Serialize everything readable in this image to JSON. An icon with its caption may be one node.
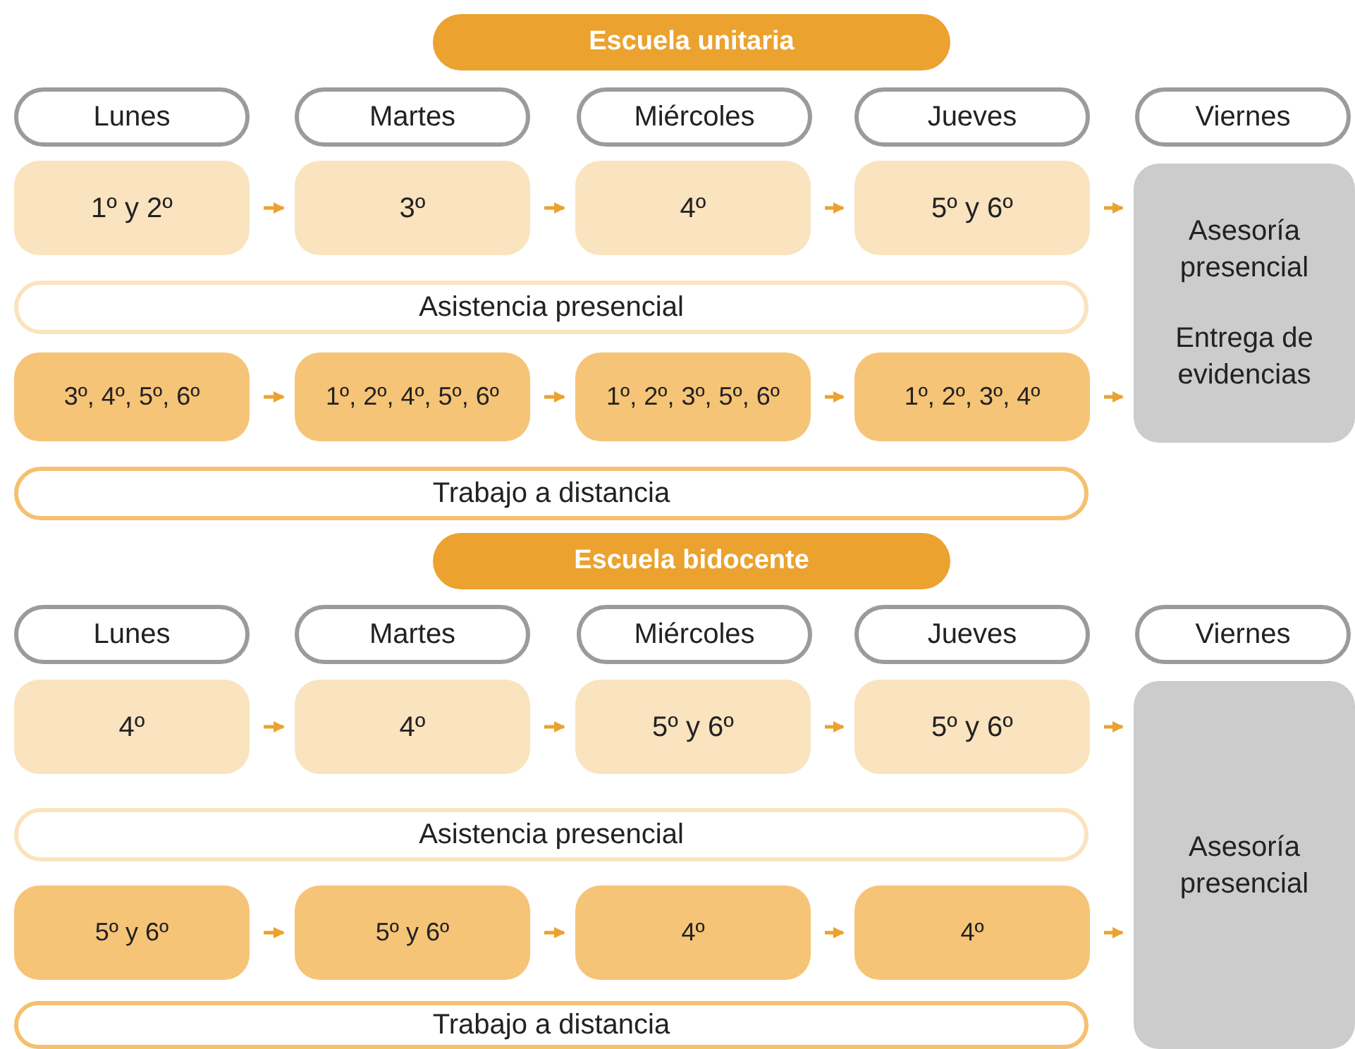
{
  "diagram": {
    "nodes": [
      {
        "text": [
          "Escuela unitaria"
        ]
      },
      {
        "text": [
          "Lunes"
        ]
      },
      {
        "text": [
          "Martes"
        ]
      },
      {
        "text": [
          "Miércoles"
        ]
      },
      {
        "text": [
          "Jueves"
        ]
      },
      {
        "text": [
          "Viernes"
        ]
      },
      {
        "text": [
          "1º y 2º"
        ]
      },
      {
        "text": [
          "3º"
        ]
      },
      {
        "text": [
          "4º"
        ]
      },
      {
        "text": [
          "5º y 6º"
        ]
      },
      {
        "text": [
          "Asesoría presencial",
          "Entrega de evidencias"
        ]
      },
      {
        "text": [
          "Asistencia presencial"
        ]
      },
      {
        "text": [
          "3º, 4º, 5º, 6º"
        ]
      },
      {
        "text": [
          "1º, 2º, 4º, 5º, 6º"
        ]
      },
      {
        "text": [
          "1º, 2º, 3º, 5º, 6º"
        ]
      },
      {
        "text": [
          "1º, 2º, 3º, 4º"
        ]
      },
      {
        "text": [
          "Trabajo a distancia"
        ]
      },
      {
        "text": [
          "Escuela bidocente"
        ]
      },
      {
        "text": [
          "Lunes"
        ]
      },
      {
        "text": [
          "Martes"
        ]
      },
      {
        "text": [
          "Miércoles"
        ]
      },
      {
        "text": [
          "Jueves"
        ]
      },
      {
        "text": [
          "Viernes"
        ]
      },
      {
        "text": [
          "4º"
        ]
      },
      {
        "text": [
          "4º"
        ]
      },
      {
        "text": [
          "5º y 6º"
        ]
      },
      {
        "text": [
          "5º y 6º"
        ]
      },
      {
        "text": [
          "Asesoría presencial"
        ]
      },
      {
        "text": [
          "Asistencia presencial"
        ]
      },
      {
        "text": [
          "5º y 6º"
        ]
      },
      {
        "text": [
          "5º y 6º"
        ]
      },
      {
        "text": [
          "4º"
        ]
      },
      {
        "text": [
          "4º"
        ]
      },
      {
        "text": [
          "Trabajo a distancia"
        ]
      }
    ],
    "edges": [
      {
        "from": 6,
        "to": 7,
        "arrow": "to"
      },
      {
        "from": 7,
        "to": 8,
        "arrow": "to"
      },
      {
        "from": 8,
        "to": 9,
        "arrow": "to"
      },
      {
        "from": 9,
        "to": 10,
        "arrow": "to"
      },
      {
        "from": 12,
        "to": 13,
        "arrow": "to"
      },
      {
        "from": 13,
        "to": 14,
        "arrow": "to"
      },
      {
        "from": 14,
        "to": 15,
        "arrow": "to"
      },
      {
        "from": 15,
        "to": 10,
        "arrow": "to"
      },
      {
        "from": 23,
        "to": 24,
        "arrow": "to"
      },
      {
        "from": 24,
        "to": 25,
        "arrow": "to"
      },
      {
        "from": 25,
        "to": 26,
        "arrow": "to"
      },
      {
        "from": 26,
        "to": 27,
        "arrow": "to"
      },
      {
        "from": 29,
        "to": 30,
        "arrow": "to"
      },
      {
        "from": 30,
        "to": 31,
        "arrow": "to"
      },
      {
        "from": 31,
        "to": 32,
        "arrow": "to"
      },
      {
        "from": 32,
        "to": 27,
        "arrow": "to"
      }
    ]
  }
}
